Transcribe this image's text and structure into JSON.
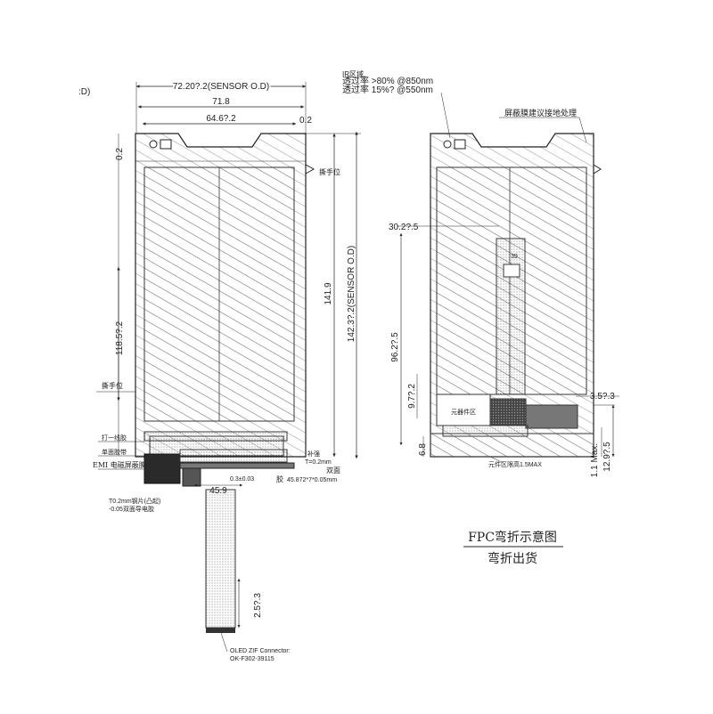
{
  "left_view": {
    "corner_text": ":D)",
    "dims": {
      "w_sensor": "72.20?.2(SENSOR O.D)",
      "w_outer": "71.8",
      "w_aa": "64.6?.2",
      "w_aa_sub": "0.2",
      "top_gap": "0.2",
      "h_aa": "118.5?.2",
      "h_outer": "141.9",
      "h_sensor": "142.3?.2(SENSOR O.D)",
      "t_note": "T=0.2mm",
      "bottom_w": "45.872*7*0.05mm",
      "flex_w": "45.9",
      "tail_w": "2.5?.3",
      "sub_a": "0.3±0.03",
      "double_side": "双面",
      "adhesive": "胶"
    },
    "labels": {
      "tear_handle_top": "撕手位",
      "tear_handle_bottom": "撕手位",
      "first_layer": "打一线胶",
      "tape_left": "单面胶带",
      "emi": "EMI 电磁屏蔽膜",
      "steel_note_1": "T0.2mm钢片(凸起)",
      "steel_note_2": "-0.05双面导电胶",
      "stiffener": "补强",
      "connector_1": "OLED ZIF Connector:",
      "connector_2": "OK-F302-39115"
    }
  },
  "right_view": {
    "ir_header": "IR区域",
    "ir_line1": "透过率 >80% @850nm",
    "ir_line2": "透过率 15%? @550nm",
    "shield_note": "屏蔽膜建议接地处理",
    "dims": {
      "d1": "30.2?.5",
      "d2": "96.2?.5",
      "d3": "9.7?.2",
      "d4": "6.8",
      "d5": "3.5?.3",
      "d6": "1.1 Max.",
      "d7": "12.9?.5",
      "d8": "39"
    },
    "labels": {
      "component_area": "元器件区",
      "height_limit": "元件区限高1.5MAX"
    }
  },
  "captions": {
    "title": "FPC弯折示意图",
    "subtitle": "弯折出货"
  }
}
